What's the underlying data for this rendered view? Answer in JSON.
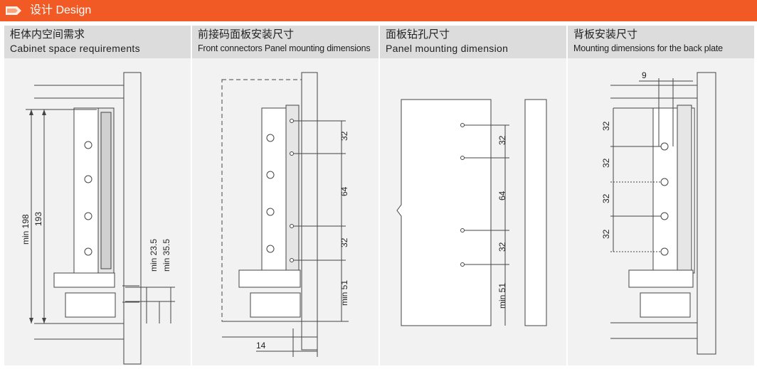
{
  "header": {
    "title": "设计 Design",
    "icon": "arrow-flag-icon",
    "color": "#f15a24"
  },
  "panels": [
    {
      "title_cn": "柜体内空间需求",
      "title_en": "Cabinet space requirements",
      "dims": {
        "height_min": "min 198",
        "height": "193",
        "min_a": "min 23.5",
        "min_b": "min 35.5"
      }
    },
    {
      "title_cn": "前接码面板安装尺寸",
      "title_en": "Front connectors Panel mounting dimensions",
      "dims": {
        "d1": "32",
        "d2": "64",
        "d3": "32",
        "d4": "min 51",
        "d5": "14"
      }
    },
    {
      "title_cn": "面板钻孔尺寸",
      "title_en": "Panel mounting dimension",
      "dims": {
        "d1": "32",
        "d2": "64",
        "d3": "32",
        "d4": "min 51"
      }
    },
    {
      "title_cn": "背板安装尺寸",
      "title_en": "Mounting dimensions for the back plate",
      "dims": {
        "top": "9",
        "d1": "32",
        "d2": "32",
        "d3": "32",
        "d4": "32"
      }
    }
  ]
}
